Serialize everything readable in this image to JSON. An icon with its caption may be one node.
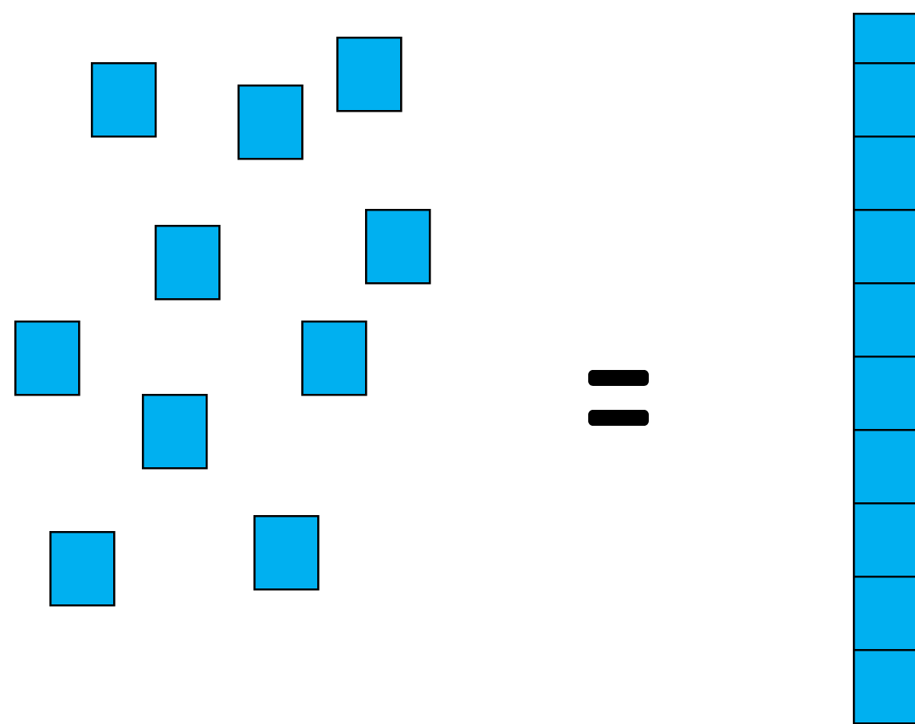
{
  "diagram": {
    "nodes": [
      {
        "text": [],
        "shape": "box"
      },
      {
        "text": [],
        "shape": "box"
      },
      {
        "text": [],
        "shape": "box"
      },
      {
        "text": [],
        "shape": "box"
      },
      {
        "text": [],
        "shape": "box"
      },
      {
        "text": [],
        "shape": "box"
      },
      {
        "text": [],
        "shape": "box"
      },
      {
        "text": [],
        "shape": "box"
      },
      {
        "text": [],
        "shape": "box"
      },
      {
        "text": [],
        "shape": "box"
      },
      {
        "text": [],
        "shape": "box"
      },
      {
        "text": [],
        "shape": "box"
      },
      {
        "text": [],
        "shape": "box"
      },
      {
        "text": [],
        "shape": "box"
      },
      {
        "text": [],
        "shape": "box"
      },
      {
        "text": [],
        "shape": "box"
      },
      {
        "text": [],
        "shape": "box"
      },
      {
        "text": [],
        "shape": "box"
      },
      {
        "text": [],
        "shape": "box"
      },
      {
        "text": [],
        "shape": "box"
      }
    ]
  }
}
